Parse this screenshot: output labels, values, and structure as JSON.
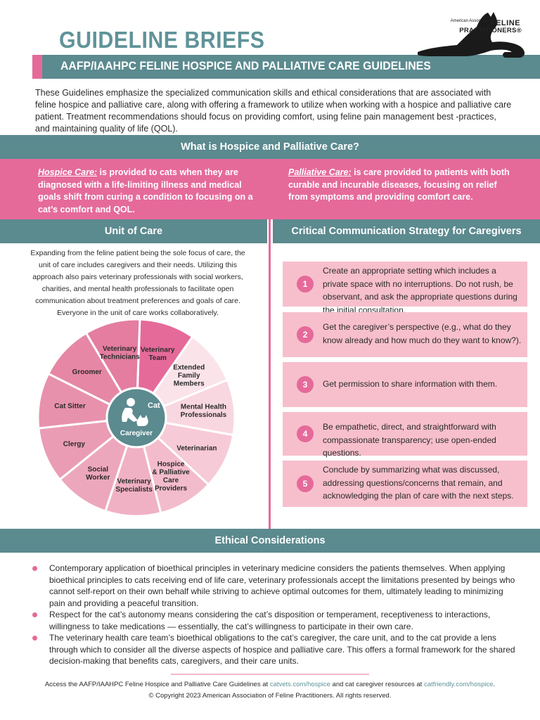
{
  "header": {
    "title": "GUIDELINE BRIEFS",
    "subtitle": "AAFP/IAAHPC FELINE HOSPICE AND PALLIATIVE CARE GUIDELINES",
    "brand_small": "American Association of",
    "brand_feline": "FELINE",
    "brand_practitioners": "PRACTITIONERS®"
  },
  "intro": "These Guidelines emphasize the specialized communication skills and ethical considerations that are associated with feline hospice and palliative care, along with offering a framework to utilize when working with a hospice and palliative care patient. Treatment recommendations should focus on providing comfort, using feline pain management best -practices, and maintaining quality of life (QOL).",
  "what_is": {
    "heading": "What is Hospice and Palliative Care?",
    "hospice_term": "Hospice Care:",
    "hospice_text": " is provided to cats when they are diagnosed with a life-limiting illness and medical goals shift from curing a condition to focusing on a cat’s comfort and QOL.",
    "palliative_term": "Palliative Care:",
    "palliative_text": " is care provided to patients with both curable and incurable diseases, focusing on relief from symptoms and providing comfort care."
  },
  "unit_of_care": {
    "heading": "Unit of Care",
    "text": "Expanding from the feline patient being the sole focus of care, the unit of care includes caregivers and their needs. Utilizing this approach also pairs veterinary professionals with social workers, charities, and mental health professionals to facilitate open communication about treatment preferences and goals of care. Everyone in the unit of care works collaboratively.",
    "center_cat": "Cat",
    "center_caregiver": "Caregiver",
    "segments": [
      {
        "lines": [
          "Veterinary",
          "Team"
        ],
        "color": "#e56a9a"
      },
      {
        "lines": [
          "Extended",
          "Family",
          "Members"
        ],
        "color": "#fbe3ea"
      },
      {
        "lines": [
          "Mental Health",
          "Professionals"
        ],
        "color": "#f9d7e1"
      },
      {
        "lines": [
          "Veterinarian"
        ],
        "color": "#f6cbd7"
      },
      {
        "lines": [
          "Hospice",
          "& Palliative",
          "Care",
          "Providers"
        ],
        "color": "#f3bccc"
      },
      {
        "lines": [
          "Veterinary",
          "Specialists"
        ],
        "color": "#f0b1c4"
      },
      {
        "lines": [
          "Social",
          "Worker"
        ],
        "color": "#eda7bd"
      },
      {
        "lines": [
          "Clergy"
        ],
        "color": "#ea9cb5"
      },
      {
        "lines": [
          "Cat Sitter"
        ],
        "color": "#e891ad"
      },
      {
        "lines": [
          "Groomer"
        ],
        "color": "#e687a6"
      },
      {
        "lines": [
          "Veterinary",
          "Technicians"
        ],
        "color": "#e47da0"
      }
    ]
  },
  "communication": {
    "heading": "Critical Communication Strategy for Caregivers",
    "steps": [
      {
        "num": "1",
        "text": "Create an appropriate setting which includes a private space with no interruptions. Do not rush, be observant, and ask the appropriate questions during the initial consultation."
      },
      {
        "num": "2",
        "text": "Get the caregiver’s perspective (e.g., what do they know already and how much do they want to know?)."
      },
      {
        "num": "3",
        "text": "Get permission to share information with them."
      },
      {
        "num": "4",
        "text": "Be empathetic, direct, and straightforward with compassionate transparency; use open-ended questions."
      },
      {
        "num": "5",
        "text": "Conclude by summarizing what was discussed, addressing questions/concerns that remain, and acknowledging the plan of care with the next steps."
      }
    ]
  },
  "ethics": {
    "heading": "Ethical Considerations",
    "items": [
      "Contemporary application of bioethical principles in veterinary medicine considers the patients themselves. When applying bioethical principles to cats receiving end of life care, veterinary professionals accept the limitations presented by beings who cannot self-report on their own behalf while striving to achieve optimal outcomes for them, ultimately leading to minimizing pain and providing a peaceful transition.",
      "Respect for the cat’s autonomy means considering the cat’s disposition or temperament, receptiveness to interactions, willingness to take medications — essentially, the cat’s willingness to participate in their own care.",
      "The veterinary health care team’s bioethical obligations to the cat’s caregiver, the care unit, and to the cat provide a lens through which to consider all the diverse aspects of hospice and palliative care. This offers a formal framework for the shared decision-making that benefits cats, caregivers, and their care units."
    ]
  },
  "footer": {
    "line1_pre": "Access the AAFP/IAAHPC Feline Hospice and Palliative Care Guidelines at ",
    "link1": "catvets.com/hospice",
    "line1_mid": " and cat caregiver resources at ",
    "link2": "catfriendly.com/hospice",
    "line1_post": ".",
    "line2": "© Copyright 2023 American Association of Feline Practitioners. All rights reserved."
  },
  "colors": {
    "teal": "#5b8a8f",
    "pink": "#e56a9a",
    "light_pink": "#f7bfcc"
  }
}
